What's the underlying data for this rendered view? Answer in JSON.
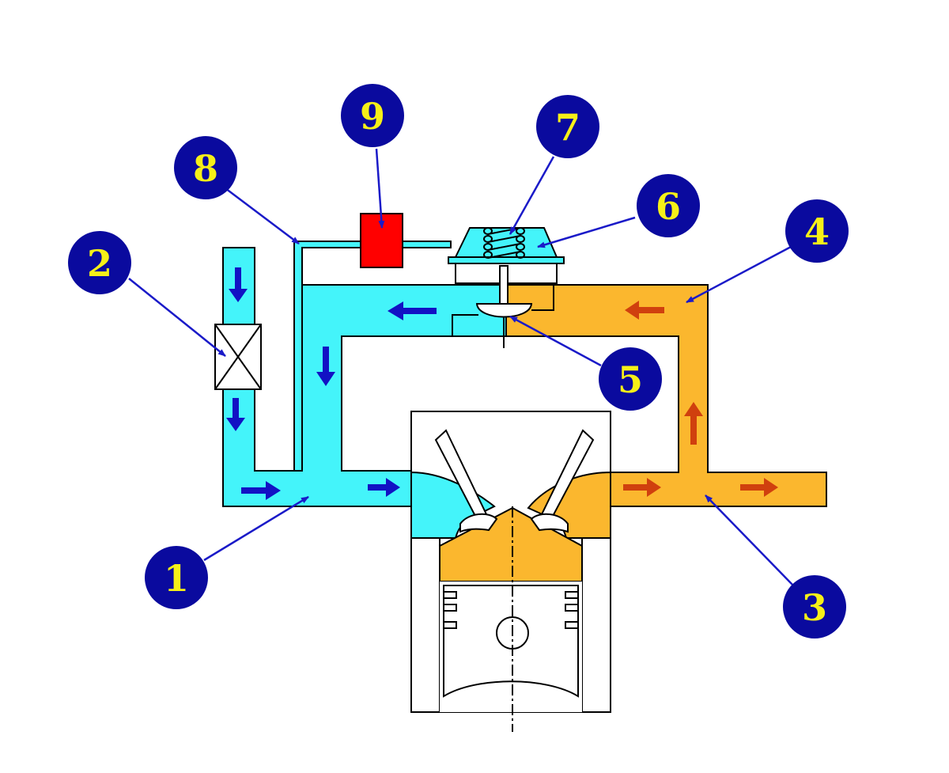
{
  "colors": {
    "intake": "#44F4FA",
    "exhaust": "#FBB72E",
    "callout_fill": "#0A0A9E",
    "callout_text": "#F6F018",
    "leader": "#1A1AC8",
    "intake_arrow": "#1212C4",
    "exhaust_arrow": "#D0400E",
    "actuator": "#FF0000",
    "outline": "#000000"
  },
  "callouts": [
    {
      "id": "1",
      "label": "1"
    },
    {
      "id": "2",
      "label": "2"
    },
    {
      "id": "3",
      "label": "3"
    },
    {
      "id": "4",
      "label": "4"
    },
    {
      "id": "5",
      "label": "5"
    },
    {
      "id": "6",
      "label": "6"
    },
    {
      "id": "7",
      "label": "7"
    },
    {
      "id": "8",
      "label": "8"
    },
    {
      "id": "9",
      "label": "9"
    }
  ],
  "icons": [
    "flow-arrow-icon",
    "throttle-cross-icon",
    "valve-spring-icon"
  ]
}
